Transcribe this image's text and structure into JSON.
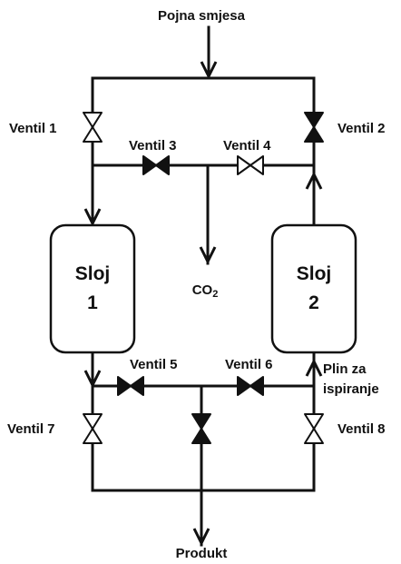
{
  "feed_label": "Pojna smjesa",
  "product_label": "Produkt",
  "co2_label": {
    "main": "CO",
    "sub": "2"
  },
  "purge_label": {
    "line1": "Plin za",
    "line2": "ispiranje"
  },
  "beds": [
    {
      "line1": "Sloj",
      "line2": "1"
    },
    {
      "line1": "Sloj",
      "line2": "2"
    }
  ],
  "valves": [
    {
      "label": "Ventil 1",
      "state": "open"
    },
    {
      "label": "Ventil 2",
      "state": "closed"
    },
    {
      "label": "Ventil 3",
      "state": "closed"
    },
    {
      "label": "Ventil 4",
      "state": "open"
    },
    {
      "label": "Ventil 5",
      "state": "closed"
    },
    {
      "label": "Ventil 6",
      "state": "closed"
    },
    {
      "label": "Ventil 7",
      "state": "open"
    },
    {
      "label": "Ventil 8",
      "state": "open"
    }
  ]
}
